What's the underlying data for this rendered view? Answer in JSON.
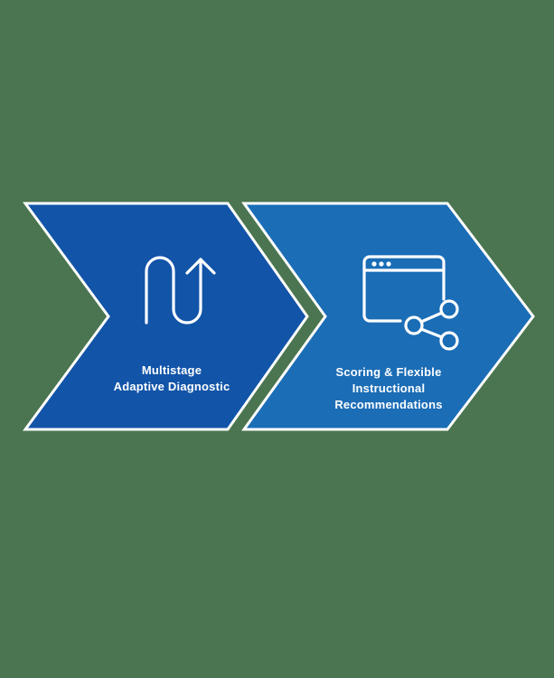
{
  "colors": {
    "background": "#4b7550",
    "chevron_1_fill": "#1254a8",
    "chevron_2_fill": "#1b6db6",
    "outline": "#ffffff",
    "icon_stroke": "#ffffff",
    "text": "#ffffff"
  },
  "steps": [
    {
      "icon": "u-turn-arrow-up-icon",
      "label_lines": [
        "Multistage",
        "Adaptive Diagnostic"
      ]
    },
    {
      "icon": "browser-window-share-icon",
      "label_lines": [
        "Scoring & Flexible",
        "Instructional",
        "Recommendations"
      ]
    }
  ]
}
